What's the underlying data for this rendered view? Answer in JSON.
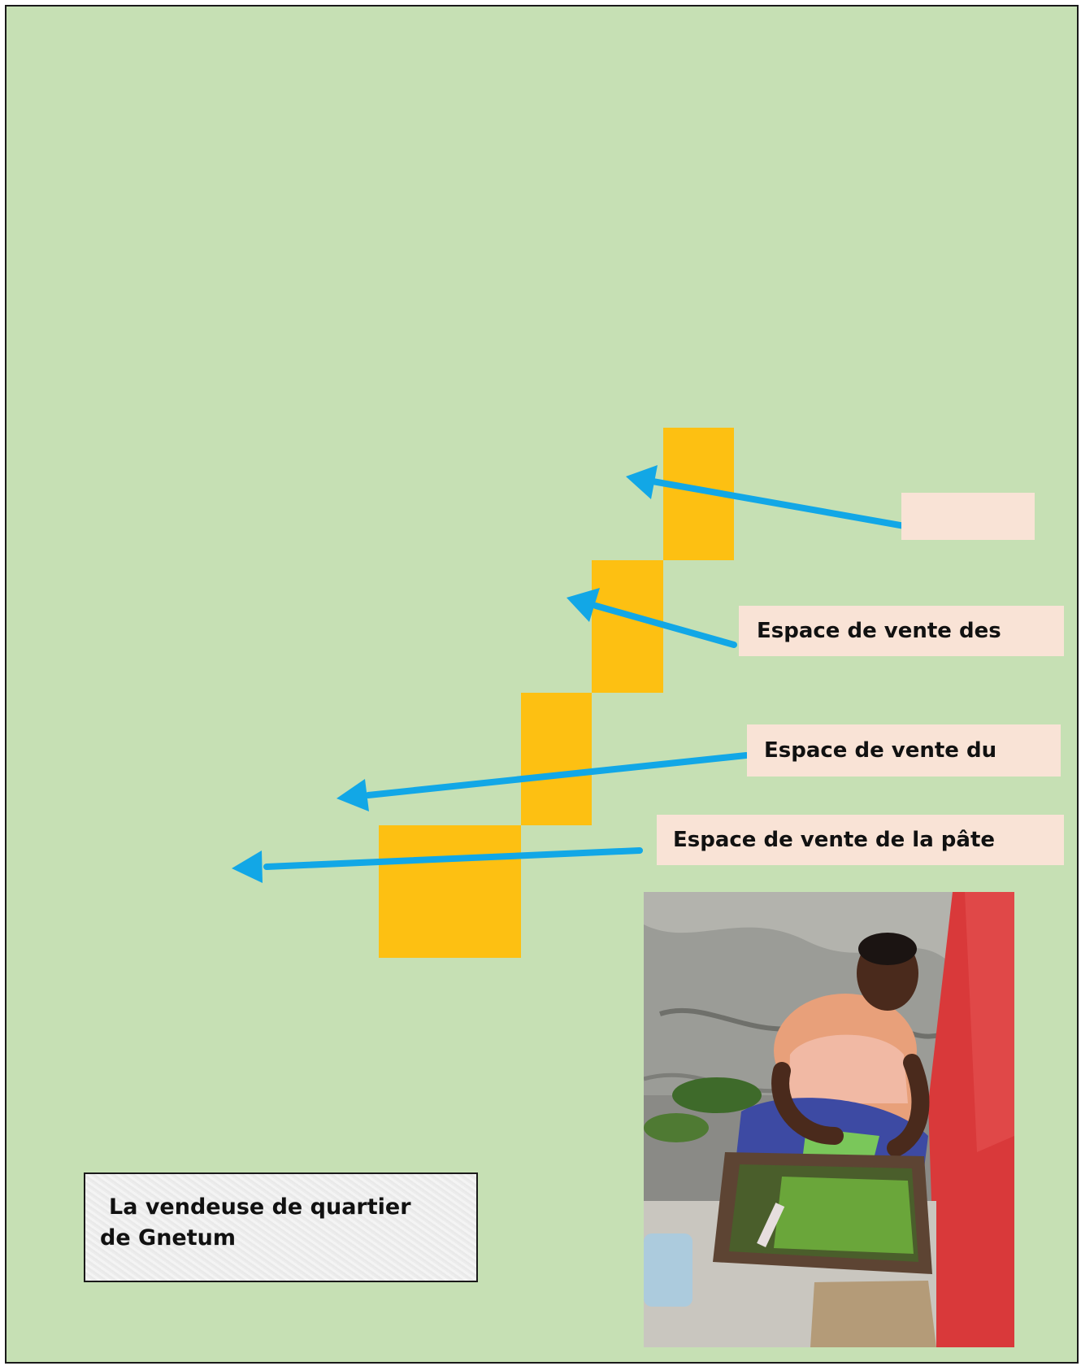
{
  "colors": {
    "background": "#c6e0b4",
    "block": "#fdc012",
    "arrow": "#12a7e6",
    "label_fill": "#f9e3d6",
    "border": "#1a1a1a"
  },
  "labels": {
    "top": "",
    "label_2": "Espace de vente des",
    "label_3": "Espace de vente du",
    "label_4": "Espace de vente de la pâte"
  },
  "caption": {
    "line1": "La vendeuse de quartier",
    "line2": "de Gnetum"
  },
  "photo": {
    "icon": "photo-vendor-icon"
  }
}
